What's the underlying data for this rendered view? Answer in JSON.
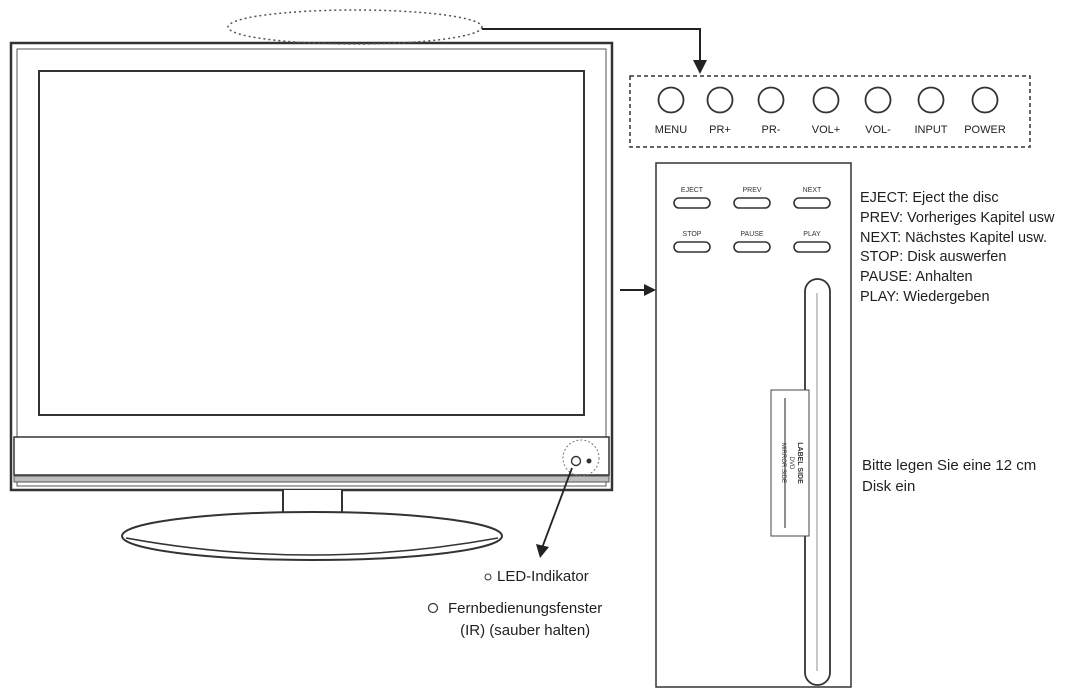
{
  "control_panel": {
    "buttons": [
      "MENU",
      "PR+",
      "PR-",
      "VOL+",
      "VOL-",
      "INPUT",
      "POWER"
    ]
  },
  "disc_panel": {
    "buttons_row1": [
      "EJECT",
      "PREV",
      "NEXT"
    ],
    "buttons_row2": [
      "STOP",
      "PAUSE",
      "PLAY"
    ],
    "slot_label_lines": [
      "LABEL SIDE",
      "DVD",
      "MIRROR SIDE"
    ]
  },
  "legend": [
    "EJECT: Eject the disc",
    "PREV: Vorheriges Kapitel usw",
    "NEXT: Nächstes Kapitel usw.",
    "STOP: Disk auswerfen",
    "PAUSE: Anhalten",
    "PLAY: Wiedergeben"
  ],
  "disc_note": [
    "Bitte legen Sie eine 12 cm",
    "Disk ein"
  ],
  "led_label": "LED-Indikator",
  "ir_label": [
    "Fernbedienungsfenster",
    "(IR) (sauber halten)"
  ]
}
